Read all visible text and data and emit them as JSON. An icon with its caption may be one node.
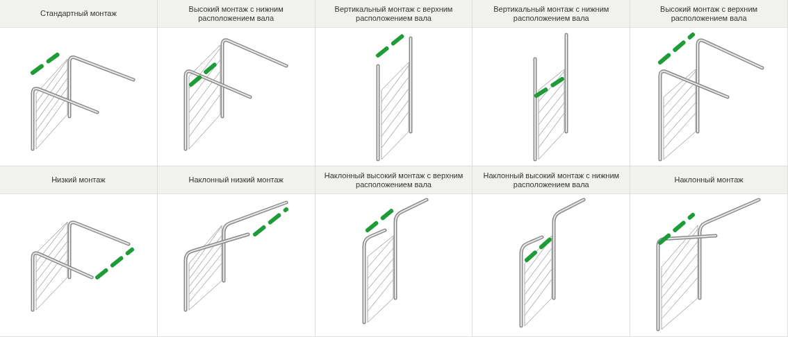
{
  "diagram": {
    "labels": [
      "Стандартный монтаж",
      "Высокий монтаж с нижним расположением вала",
      "Вертикальный монтаж с верхним расположением вала",
      "Вертикальный монтаж с нижним расположением вала",
      "Высокий монтаж с верхним расположением вала",
      "Низкий монтаж",
      "Наклонный низкий монтаж",
      "Наклонный высокий монтаж с верхним расположением вала",
      "Наклонный высокий монтаж с нижним расположением вала",
      "Наклонный монтаж"
    ]
  }
}
